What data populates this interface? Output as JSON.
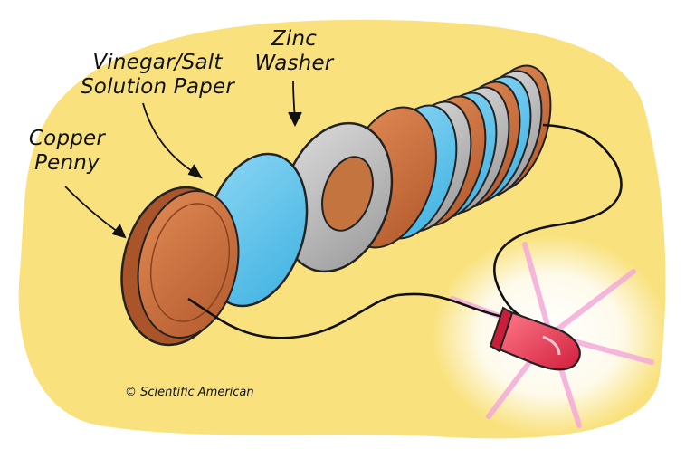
{
  "labels": {
    "copper_line1": "Copper",
    "copper_line2": "Penny",
    "vinegar_line1": "Vinegar/Salt",
    "vinegar_line2": "Solution Paper",
    "zinc_line1": "Zinc",
    "zinc_line2": "Washer"
  },
  "credit": "© Scientific American",
  "colors": {
    "background_blob": "#f9e27e",
    "copper": "#c8693a",
    "solution_paper": "#5fc3ea",
    "zinc": "#bdbdbd",
    "led": "#e8344f",
    "wire": "#111111"
  }
}
